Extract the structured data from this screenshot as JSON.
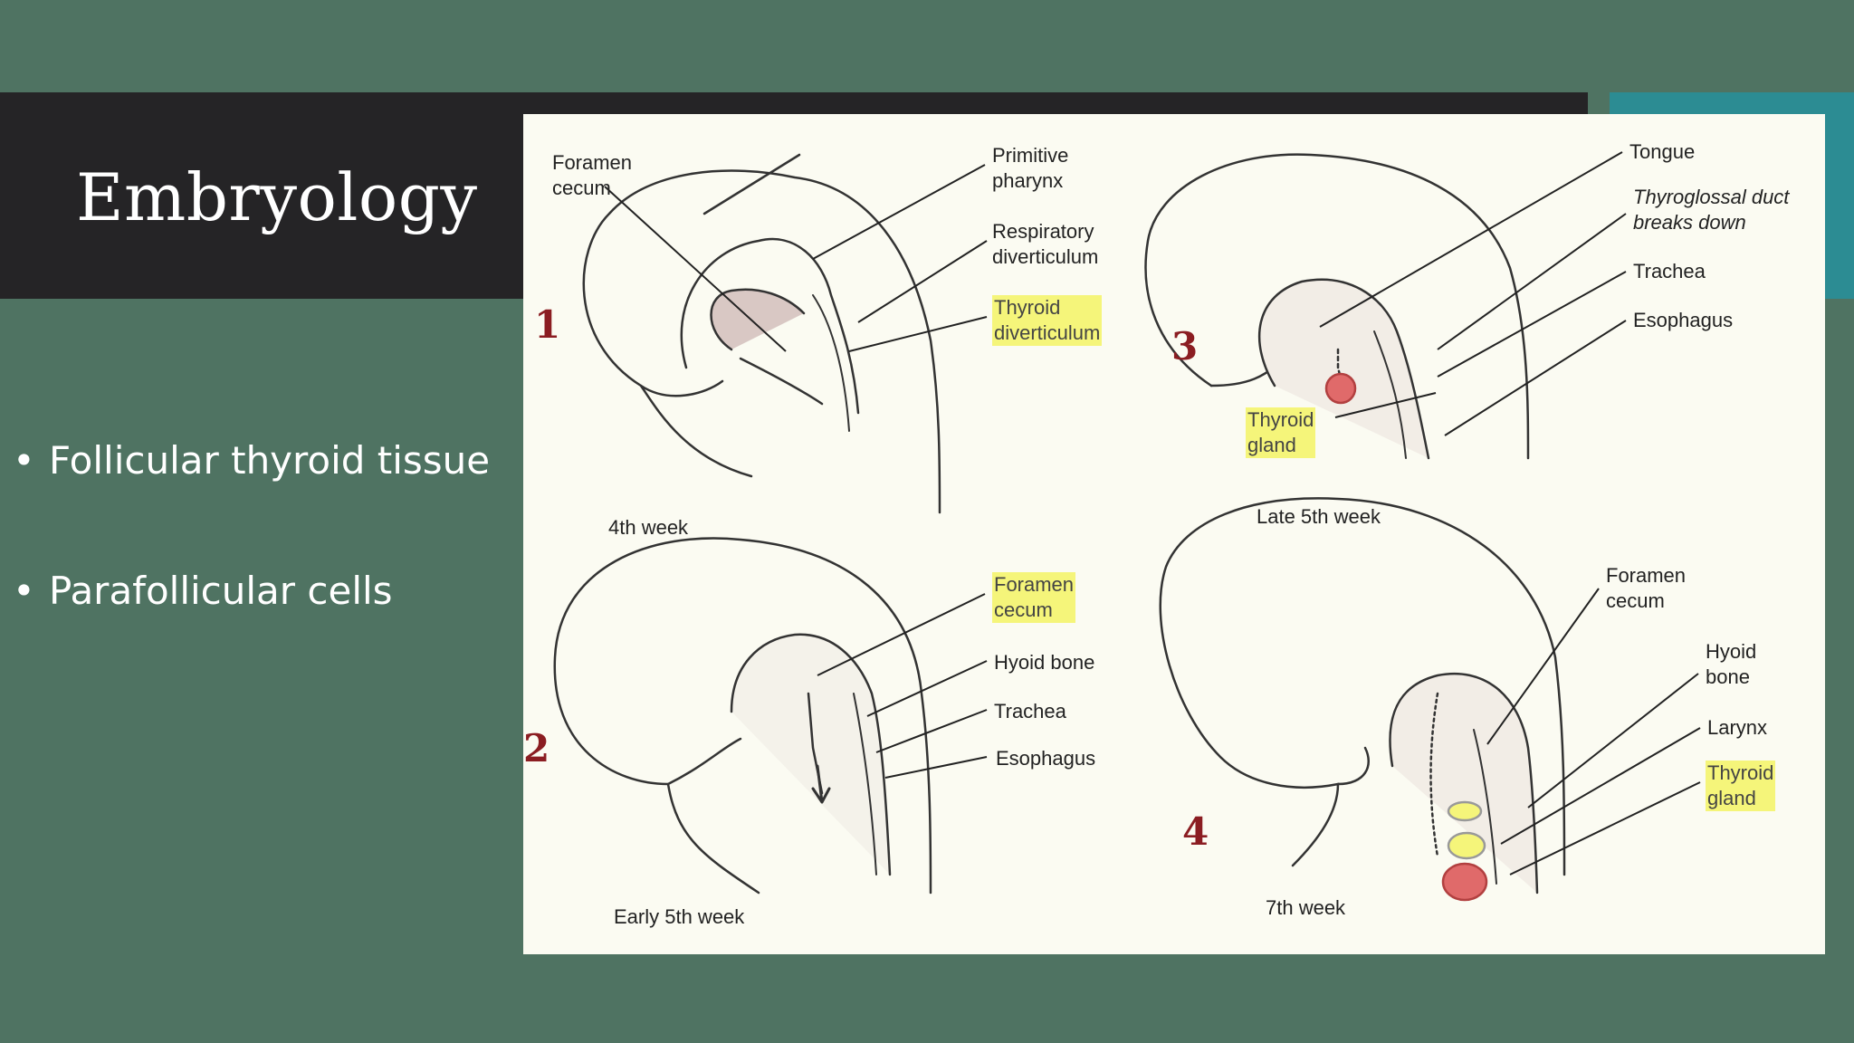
{
  "slide": {
    "title": "Embryology",
    "bullets": [
      "Follicular thyroid tissue",
      "Parafollicular cells"
    ],
    "bullet_glyph": "•"
  },
  "figure": {
    "panels": [
      {
        "number": "1",
        "caption": "4th week",
        "labels": [
          {
            "text": "Foramen\ncecum",
            "highlight": false
          },
          {
            "text": "Primitive\npharynx",
            "highlight": false
          },
          {
            "text": "Respiratory\ndiverticulum",
            "highlight": false
          },
          {
            "text": "Thyroid\ndiverticulum",
            "highlight": true
          }
        ]
      },
      {
        "number": "2",
        "caption": "Early 5th week",
        "labels": [
          {
            "text": "Foramen\ncecum",
            "highlight": true
          },
          {
            "text": "Hyoid bone",
            "highlight": false
          },
          {
            "text": "Trachea",
            "highlight": false
          },
          {
            "text": "Esophagus",
            "highlight": false
          }
        ]
      },
      {
        "number": "3",
        "caption": "Late 5th week",
        "labels": [
          {
            "text": "Tongue",
            "highlight": false
          },
          {
            "text": "Thyroglossal duct\nbreaks down",
            "highlight": false
          },
          {
            "text": "Trachea",
            "highlight": false
          },
          {
            "text": "Esophagus",
            "highlight": false
          },
          {
            "text": "Thyroid\ngland",
            "highlight": true
          }
        ]
      },
      {
        "number": "4",
        "caption": "7th week",
        "labels": [
          {
            "text": "Foramen\ncecum",
            "highlight": false
          },
          {
            "text": "Hyoid\nbone",
            "highlight": false
          },
          {
            "text": "Larynx",
            "highlight": false
          },
          {
            "text": "Thyroid\ngland",
            "highlight": true
          }
        ]
      }
    ]
  },
  "colors": {
    "background": "#4f7362",
    "title_band": "#252426",
    "accent": "#2c8c93",
    "highlight": "#f5f57a",
    "panel_number": "#8b1d22",
    "thyroid": "#e06a6a"
  }
}
